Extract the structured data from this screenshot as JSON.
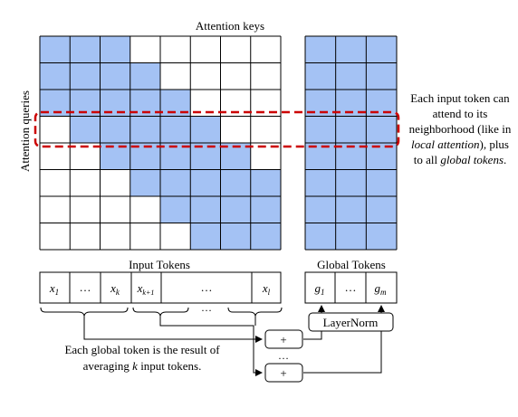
{
  "title": "Attention keys",
  "y_label": "Attention queries",
  "attention": {
    "rows": [
      [
        1,
        1,
        1,
        0,
        0,
        0,
        0,
        0
      ],
      [
        1,
        1,
        1,
        1,
        0,
        0,
        0,
        0
      ],
      [
        1,
        1,
        1,
        1,
        1,
        0,
        0,
        0
      ],
      [
        0,
        1,
        1,
        1,
        1,
        1,
        0,
        0
      ],
      [
        0,
        0,
        1,
        1,
        1,
        1,
        1,
        0
      ],
      [
        0,
        0,
        0,
        1,
        1,
        1,
        1,
        1
      ],
      [
        0,
        0,
        0,
        0,
        1,
        1,
        1,
        1
      ],
      [
        0,
        0,
        0,
        0,
        0,
        1,
        1,
        1
      ]
    ],
    "global_cols": 3,
    "highlight_row": 3
  },
  "note": {
    "line1": "Each input token can",
    "line2": "attend to its",
    "line3": "neighborhood (like in",
    "line4_italic": "local attention",
    "line4_rest": "), plus",
    "line5_pre": "to all ",
    "line5_italic": "global tokens",
    "line5_post": "."
  },
  "input_tokens": {
    "label": "Input Tokens",
    "x1": "x",
    "x1_sub": "1",
    "ellipsis1": "…",
    "xk": "x",
    "xk_sub": "k",
    "xk1": "x",
    "xk1_sub": "k+1",
    "ellipsis2": "…",
    "xl": "x",
    "xl_sub": "l"
  },
  "global_tokens": {
    "label": "Global Tokens",
    "g1": "g",
    "g1_sub": "1",
    "ellipsis": "…",
    "gm": "g",
    "gm_sub": "m"
  },
  "brace_ellipsis": "…",
  "layernorm": "LayerNorm",
  "plus": "+",
  "plus_ellipsis": "…",
  "caption": {
    "line1": "Each global token is the result of",
    "line2_pre": "averaging ",
    "line2_italic": "k",
    "line2_post": " input tokens."
  },
  "colors": {
    "attend": "#a4c2f4",
    "highlight": "#cc0000"
  }
}
